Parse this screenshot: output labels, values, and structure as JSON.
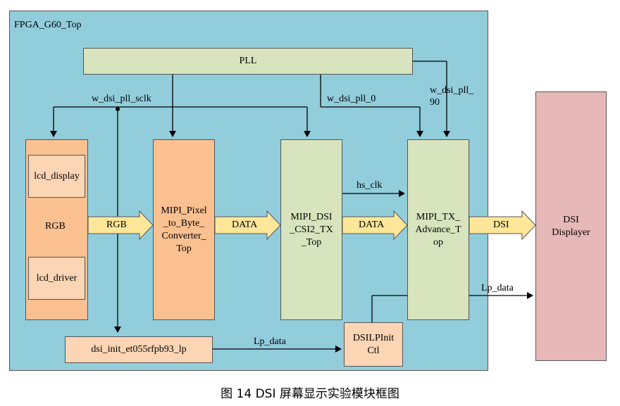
{
  "diagram": {
    "top_module": "FPGA_G60_Top",
    "blocks": {
      "pll": "PLL",
      "lcd_display": "lcd_display",
      "lcd_inner_signal": "RGB",
      "lcd_driver": "lcd_driver",
      "pixel_to_byte": "MIPI_Pixel\n_to_Byte_\nConverter_\nTop",
      "dsi_csi2_tx": "MIPI_DSI\n_CSI2_TX\n_Top",
      "tx_advance": "MIPI_TX_\nAdvance_T\nop",
      "dsi_init": "dsi_init_et055rfpb93_lp",
      "lp_init_ctl": "DSILPInit\nCtl",
      "dsi_displayer": "DSI\nDisplayer"
    },
    "signals": {
      "pll_sclk": "w_dsi_pll_sclk",
      "pll_0": "w_dsi_pll_0",
      "pll_90": "w_dsi_pll_\n90",
      "rgb": "RGB",
      "data_1": "DATA",
      "data_2": "DATA",
      "dsi": "DSI",
      "hs_clk": "hs_clk",
      "lp_data_1": "Lp_data",
      "lp_data_2": "Lp_data"
    },
    "caption": "图 14 DSI 屏幕显示实验模块框图"
  },
  "colors": {
    "fpga_bg": "#92cddc",
    "green_block": "#d7e4bd",
    "orange_block": "#fac090",
    "light_orange": "#fcd5b5",
    "pink_block": "#e6b9b8",
    "arrow_fill": "#ffe699"
  }
}
